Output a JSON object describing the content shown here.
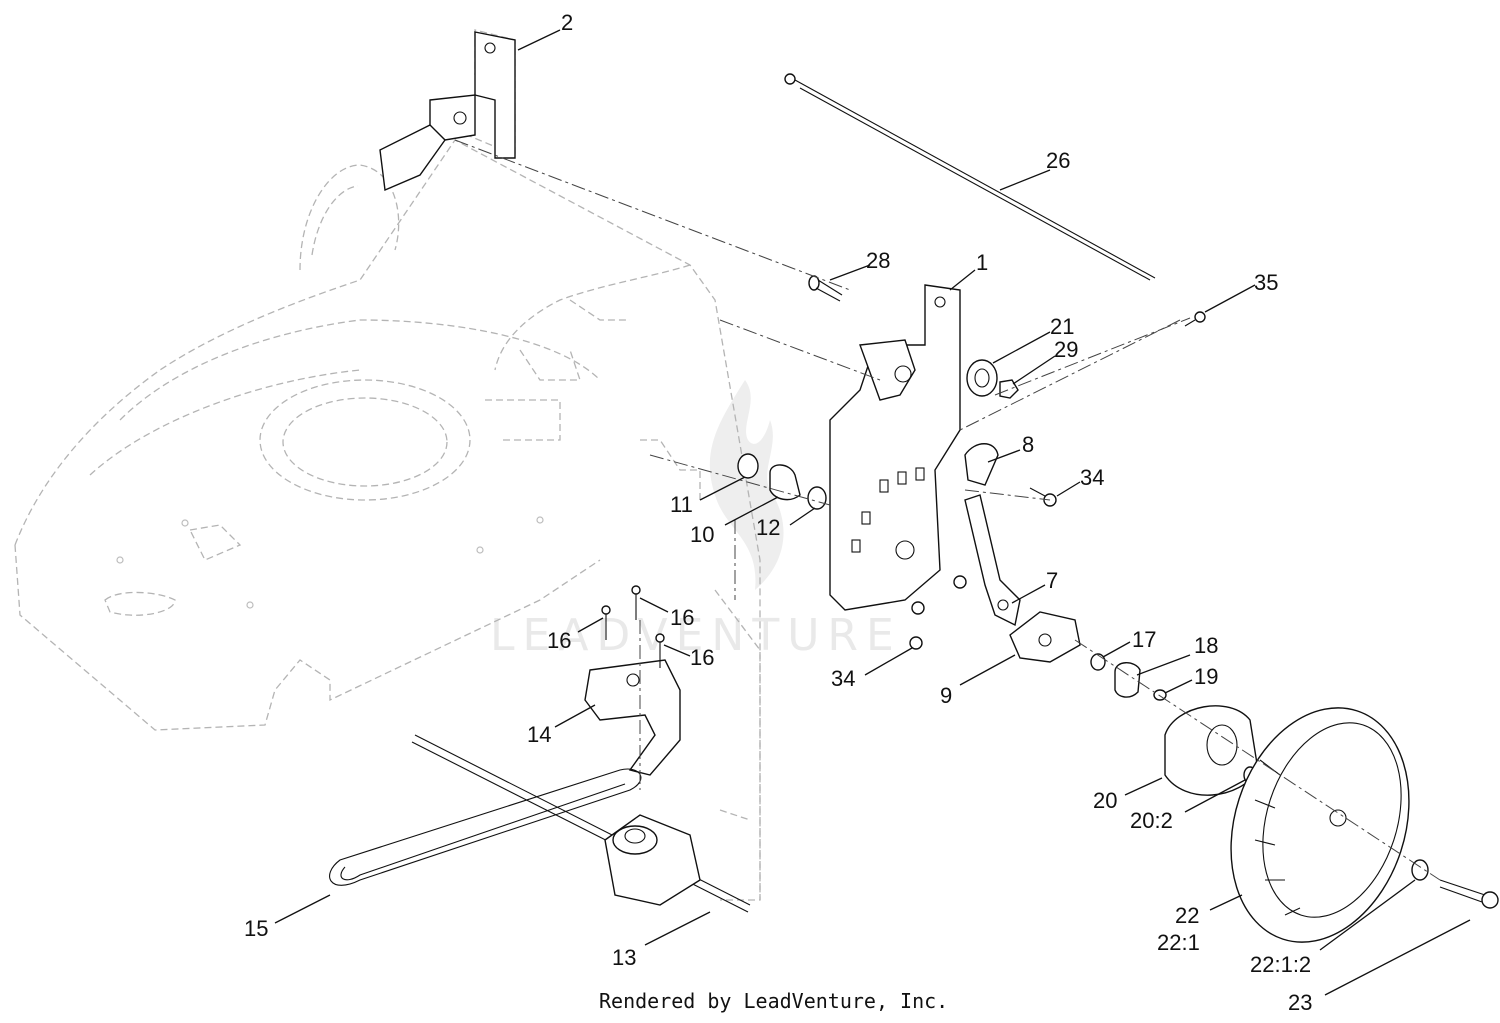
{
  "watermark_text": "LEADVENTURE",
  "footer_text": "Rendered by LeadVenture, Inc.",
  "callouts": [
    {
      "id": "2",
      "label": "2"
    },
    {
      "id": "26",
      "label": "26"
    },
    {
      "id": "28",
      "label": "28"
    },
    {
      "id": "1",
      "label": "1"
    },
    {
      "id": "35",
      "label": "35"
    },
    {
      "id": "21",
      "label": "21"
    },
    {
      "id": "29",
      "label": "29"
    },
    {
      "id": "8",
      "label": "8"
    },
    {
      "id": "34a",
      "label": "34"
    },
    {
      "id": "11",
      "label": "11"
    },
    {
      "id": "10",
      "label": "10"
    },
    {
      "id": "12",
      "label": "12"
    },
    {
      "id": "7",
      "label": "7"
    },
    {
      "id": "16a",
      "label": "16"
    },
    {
      "id": "16b",
      "label": "16"
    },
    {
      "id": "16c",
      "label": "16"
    },
    {
      "id": "34b",
      "label": "34"
    },
    {
      "id": "17",
      "label": "17"
    },
    {
      "id": "18",
      "label": "18"
    },
    {
      "id": "19",
      "label": "19"
    },
    {
      "id": "9",
      "label": "9"
    },
    {
      "id": "14",
      "label": "14"
    },
    {
      "id": "20",
      "label": "20"
    },
    {
      "id": "20_2",
      "label": "20:2"
    },
    {
      "id": "15",
      "label": "15"
    },
    {
      "id": "22",
      "label": "22"
    },
    {
      "id": "22_1",
      "label": "22:1"
    },
    {
      "id": "13",
      "label": "13"
    },
    {
      "id": "22_1_2",
      "label": "22:1:2"
    },
    {
      "id": "23",
      "label": "23"
    }
  ]
}
